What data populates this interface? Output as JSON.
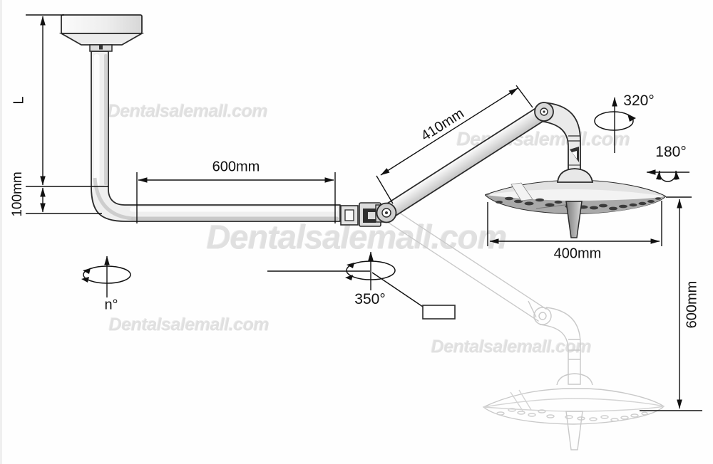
{
  "watermark": {
    "text": "Dentalsalemall.com"
  },
  "dimensions": {
    "pole_length": "L",
    "pole_offset": "100mm",
    "horizontal_arm": "600mm",
    "spring_arm": "410mm",
    "head_diameter": "400mm",
    "vertical_travel": "600mm"
  },
  "rotations": {
    "head_swivel": "320°",
    "head_tilt": "180°",
    "arm_swivel": "350°",
    "pole_rotation": "n°"
  }
}
